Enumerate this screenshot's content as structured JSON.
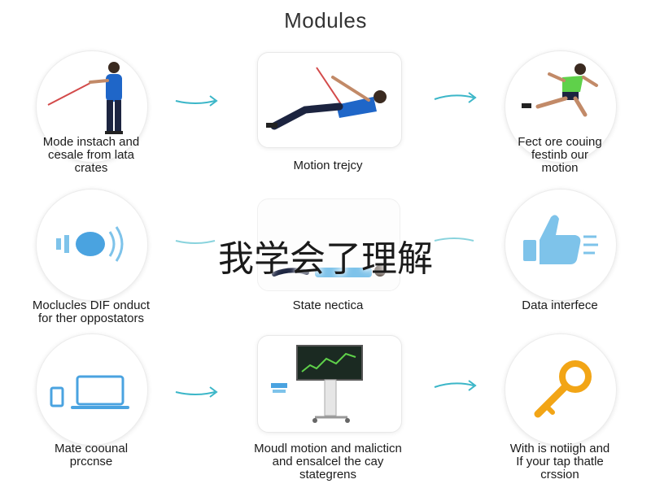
{
  "title": "Modules",
  "overlay_text": "我学会了理解",
  "colors": {
    "accent": "#3bb6c8",
    "thumb": "#7ec3ea",
    "audio": "#4aa3e0",
    "key": "#f2a516",
    "shirt_blue": "#1f66c8",
    "shirt_green": "#5fd14a"
  },
  "nodes": [
    {
      "caption": "Mode instach and\ncesale from lata\ncrates",
      "icon": "standing-person-with-cane-icon"
    },
    {
      "caption": "Motion trejcy",
      "icon": "person-leaning-back-rope-icon"
    },
    {
      "caption": "Fect ore couing\nfestinb our\nmotion",
      "icon": "running-person-icon"
    },
    {
      "caption": "Moclucles DIF onduct\nfor ther oppostators",
      "icon": "sound-waves-icon"
    },
    {
      "caption": "State nectica",
      "icon": "lying-person-icon"
    },
    {
      "caption": "Data interfece",
      "icon": "thumbs-up-icon"
    },
    {
      "caption": "Mate coounal\nprccnse",
      "icon": "laptop-phone-icon"
    },
    {
      "caption": "Moudl motion and malicticn\nand ensalcel the cay\nstategrens",
      "icon": "monitor-station-icon"
    },
    {
      "caption": "With is notiigh and\nIf your tap thatle\ncrssion",
      "icon": "key-icon"
    }
  ]
}
